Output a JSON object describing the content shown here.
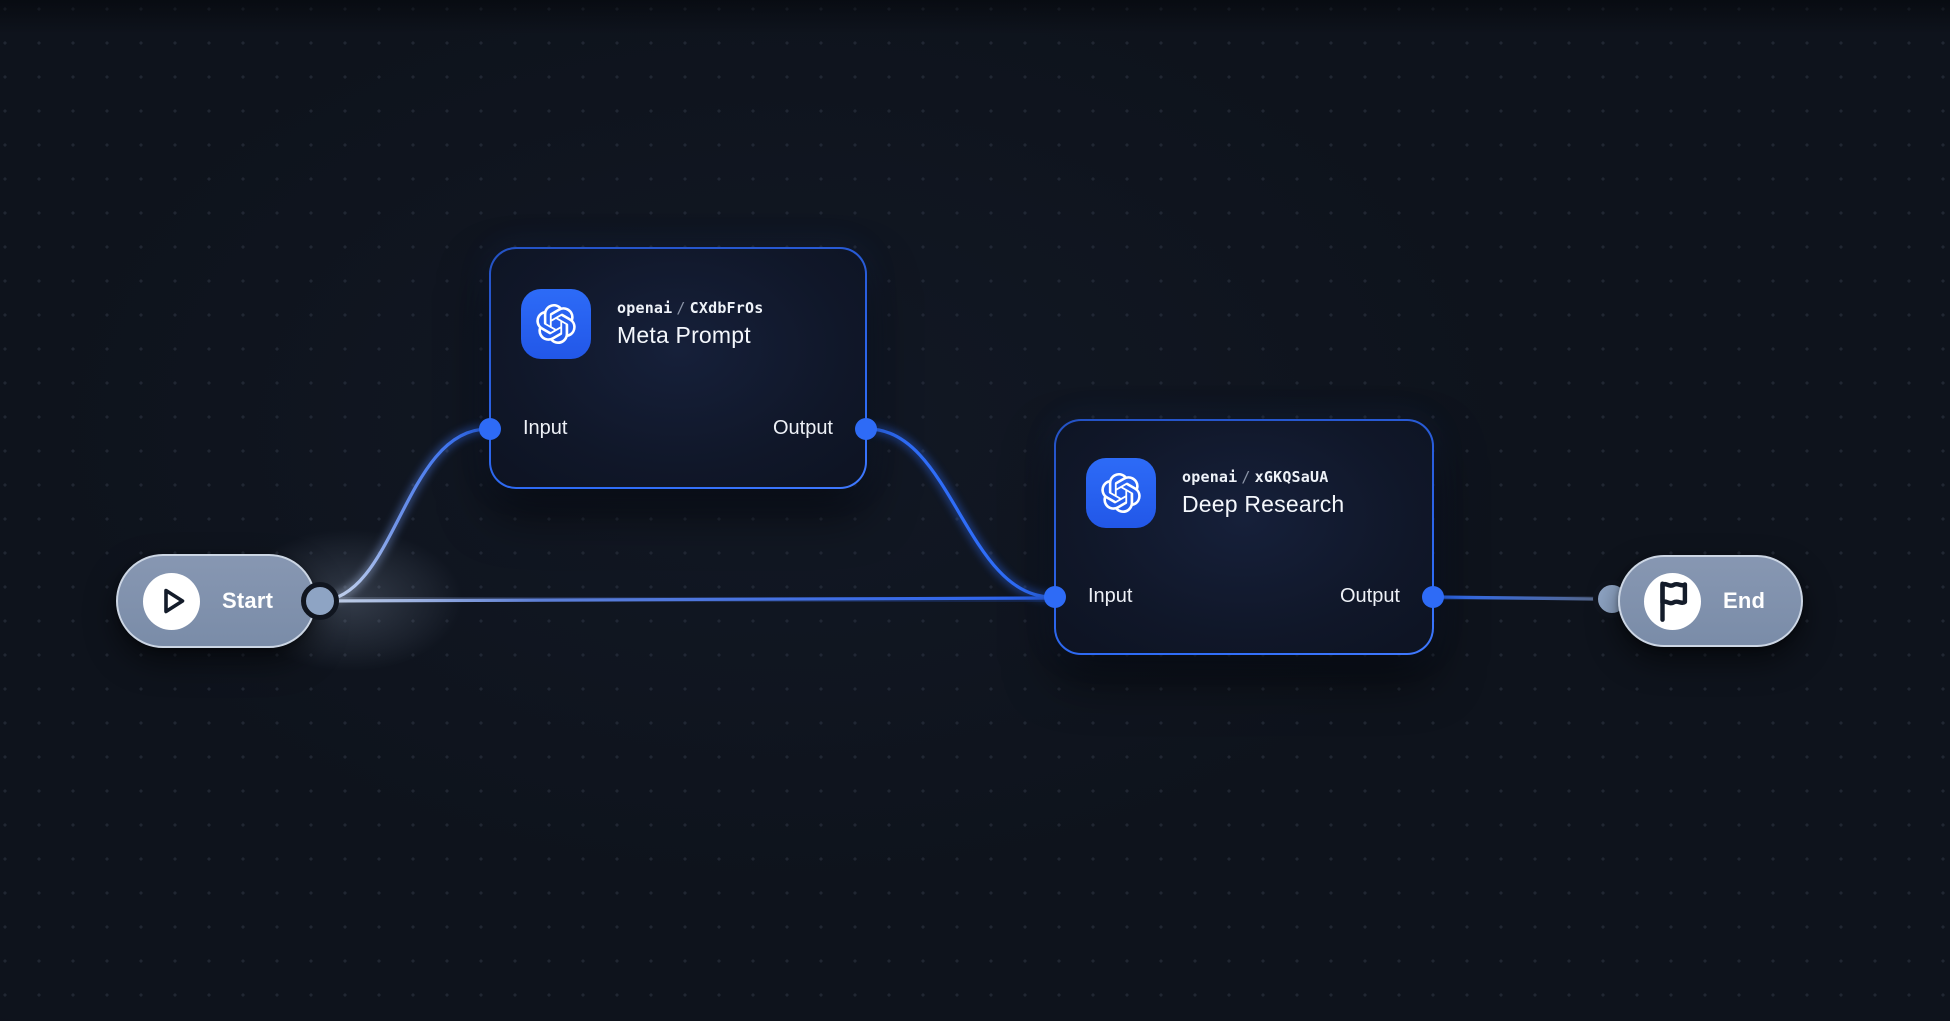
{
  "canvas": {
    "kind": "workflow-editor-canvas",
    "background_color": "#0e131c",
    "grid": "dot",
    "accent_color": "#2e6bf6",
    "pill_color": "#8093af"
  },
  "nodes": {
    "start": {
      "label": "Start",
      "icon": "play-icon"
    },
    "end": {
      "label": "End",
      "icon": "flag-icon"
    },
    "meta_prompt": {
      "provider": "openai",
      "separator": "/",
      "id": "CXdbFrOs",
      "title": "Meta Prompt",
      "input_label": "Input",
      "output_label": "Output",
      "icon": "openai-logo-icon"
    },
    "deep_research": {
      "provider": "openai",
      "separator": "/",
      "id": "xGKQSaUA",
      "title": "Deep Research",
      "input_label": "Input",
      "output_label": "Output",
      "icon": "openai-logo-icon"
    }
  },
  "edges": [
    {
      "from": "start",
      "to": "meta_prompt.input"
    },
    {
      "from": "start",
      "to": "deep_research.input"
    },
    {
      "from": "meta_prompt.output",
      "to": "deep_research.input"
    },
    {
      "from": "deep_research.output",
      "to": "end"
    }
  ]
}
